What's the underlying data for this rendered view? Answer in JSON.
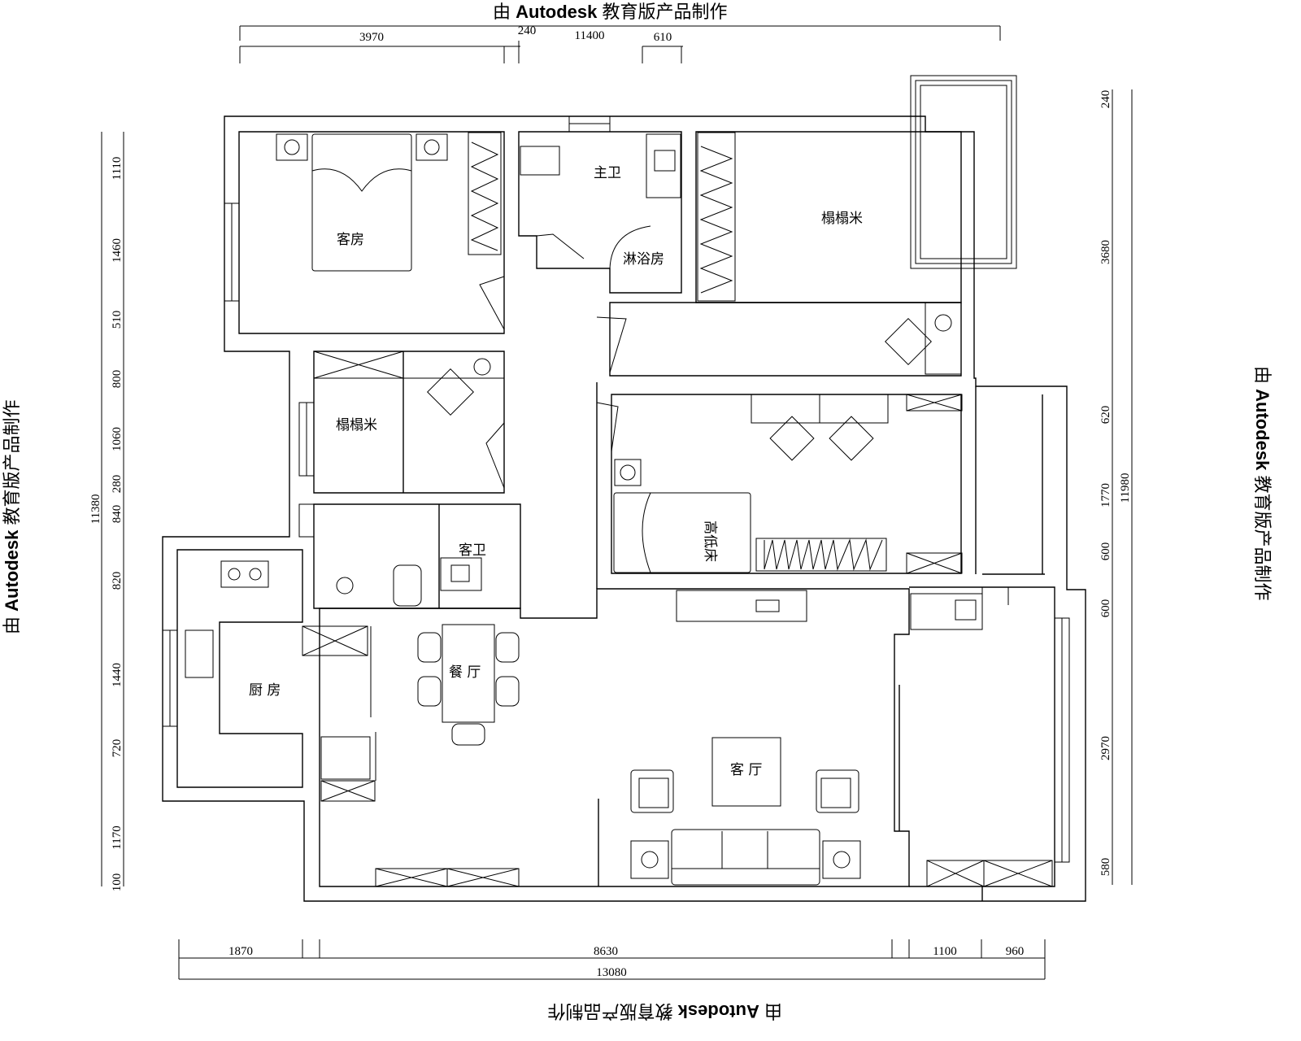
{
  "watermark": {
    "prefix": "由",
    "brand": "Autodesk",
    "suffix": "教育版产品制作"
  },
  "rooms": {
    "guest_room": "客房",
    "master_bath": "主卫",
    "shower": "淋浴房",
    "tatami_1": "榻榻米",
    "tatami_2": "榻榻米",
    "bunk_bed": "高低床",
    "guest_bath": "客卫",
    "dining": "餐 厅",
    "kitchen": "厨 房",
    "living": "客 厅"
  },
  "dimensions": {
    "top": [
      "3970",
      "240",
      "610"
    ],
    "top_total": "11400",
    "left": [
      "1110",
      "1460",
      "510",
      "800",
      "1060",
      "280",
      "840",
      "820",
      "1440",
      "720",
      "1170",
      "100"
    ],
    "left_total": "11380",
    "right": [
      "240",
      "3680",
      "620",
      "1770",
      "600",
      "600",
      "2970",
      "580"
    ],
    "right_total": "11980",
    "bottom": [
      "1870",
      "8630",
      "1100",
      "960"
    ],
    "bottom_total": "13080"
  }
}
